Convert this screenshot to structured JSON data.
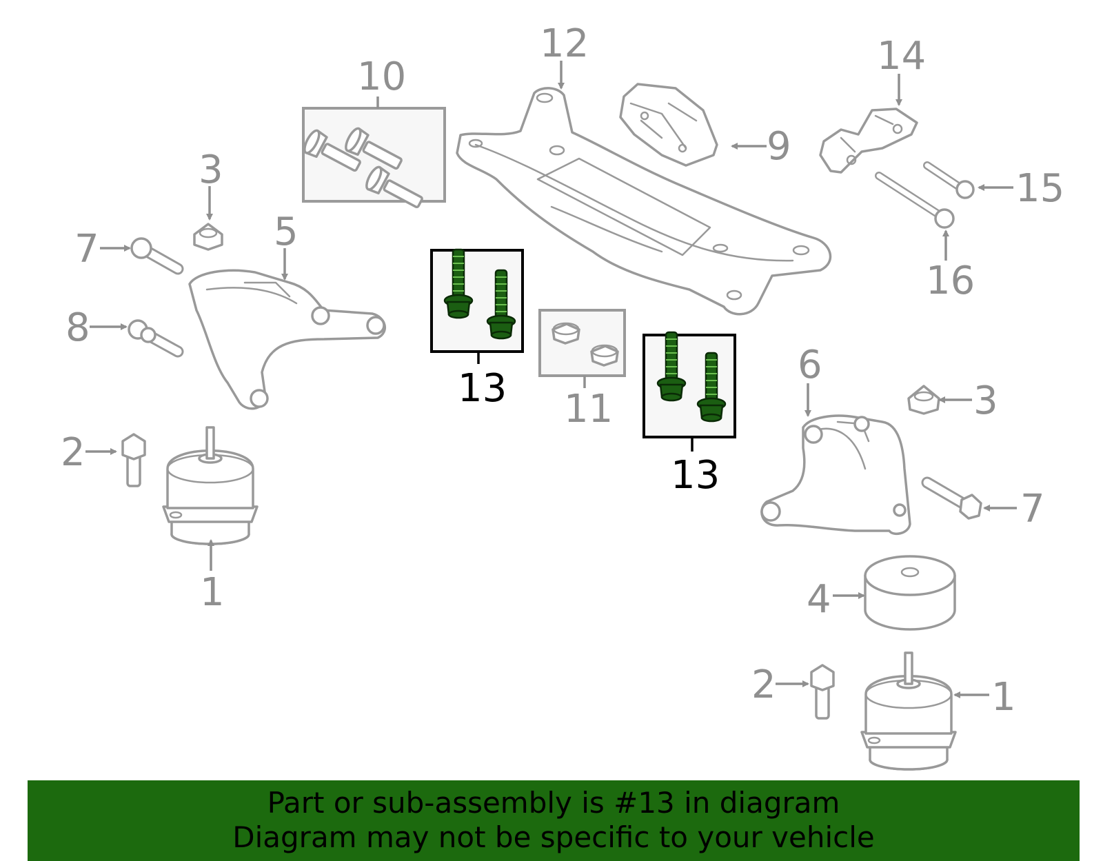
{
  "callouts": {
    "c1a": "1",
    "c1b": "1",
    "c2a": "2",
    "c2b": "2",
    "c3a": "3",
    "c3b": "3",
    "c4": "4",
    "c5": "5",
    "c6": "6",
    "c7a": "7",
    "c7b": "7",
    "c8": "8",
    "c9": "9",
    "c10": "10",
    "c11": "11",
    "c12": "12",
    "c13a": "13",
    "c13b": "13",
    "c14": "14",
    "c15": "15",
    "c16": "16"
  },
  "highlight": {
    "part_number": "13",
    "color": "#1b5e12"
  },
  "banner": {
    "line1": "Part or sub-assembly is #13 in diagram",
    "line2": "Diagram may not be specific to your vehicle",
    "background": "#1c6a0e"
  }
}
